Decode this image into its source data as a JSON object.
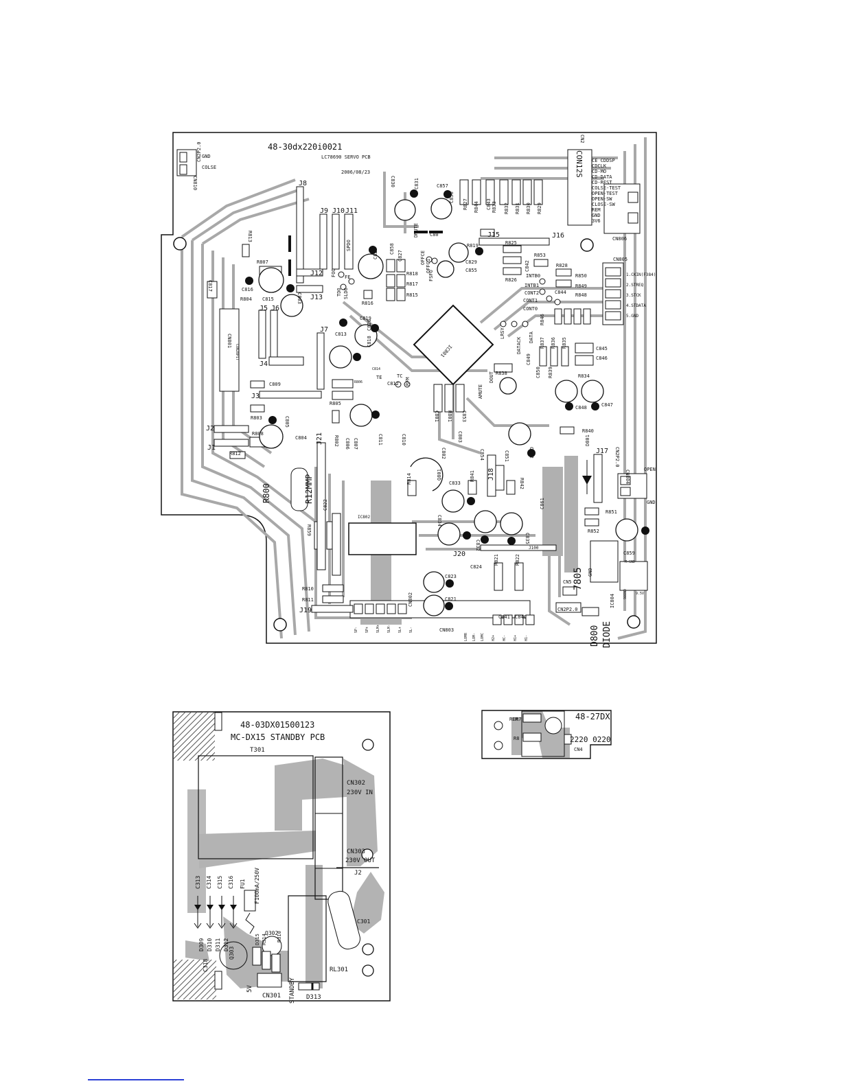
{
  "servo_pcb": {
    "part_number": "48-30dx220i0021",
    "model": "LC78690 SERVO PCB",
    "date": "2006/08/23",
    "connectors": {
      "cn810": "CN810",
      "cn810_gnd": "GND",
      "cn810_colse": "COLSE",
      "cn810_pin": "CN2P2.0",
      "con12s": "CON12S",
      "cn2": "CN2",
      "cn806": "CN806",
      "cn806_pins": [
        "CE CDDSP",
        "CDCLK",
        "CD-MO",
        "CD-DATA",
        "CD-REST",
        "COLSE-TEST",
        "OPEN-TEST",
        "OPEN-SW",
        "CLOSE-SW",
        "REM",
        "GND",
        "3V6"
      ],
      "cn805": "CN805",
      "cn805_pins": [
        "1.CKIN(F384)",
        "2.STREQ",
        "3.STCK",
        "4.STDATA",
        "5.GND"
      ],
      "cn801": "CN801",
      "cn801_label": "CON28PIT",
      "cn802": "CN802",
      "cn803": "CN803",
      "cn2p": "CN2P2.0",
      "cn5": "CN5",
      "cn804": "CN804",
      "cn804_open": "OPEN",
      "cn804_gnd": "GND",
      "cn804_pin": "CN2P2.0",
      "cn806b": "CN806",
      "cn806b_m": "M-GND",
      "cn806b_v": "9.5V"
    },
    "jumpers": [
      "J1",
      "J2",
      "J3",
      "J4",
      "J5",
      "J6",
      "J7",
      "J8",
      "J9",
      "J10",
      "J11",
      "J12",
      "J13",
      "J15",
      "J16",
      "J17",
      "J18",
      "J19",
      "J20",
      "J21",
      "J100"
    ],
    "components": {
      "r813": "R813",
      "r807": "R807",
      "r804": "R804",
      "c817": "C817",
      "c816": "C816",
      "c815": "C815",
      "c803": "C803",
      "r812": "R812",
      "r808": "R808",
      "r803": "R803",
      "c804": "C804",
      "c809": "C809",
      "c805": "C805",
      "r800": "R800",
      "r12mmp": "R12MMP",
      "c822": "C822",
      "r859": "R859",
      "r810": "R810",
      "r811": "R811",
      "c813": "C813",
      "c818": "C818",
      "c819": "C819",
      "c820": "C820",
      "r806": "R806",
      "r805": "R805",
      "c814": "C814",
      "c812": "C812",
      "r802": "R802",
      "c806": "C806",
      "c807": "C807",
      "c811": "C811",
      "c810": "C810",
      "c826": "C826",
      "c858": "C858",
      "c827": "C827",
      "r818": "R818",
      "r817": "R817",
      "r815": "R815",
      "r816": "R816",
      "c830": "C830",
      "c831": "C831",
      "c857": "C857",
      "c856": "C856",
      "dmute": "DMUTE",
      "c80x": "C80",
      "ic801": "IC801",
      "r827": "R827",
      "r844": "R844",
      "c843": "C843",
      "r833": "R833",
      "r832": "R832",
      "r831": "R831",
      "r830": "R830",
      "r829": "R829",
      "r819": "R819",
      "c829": "C829",
      "c855": "C855",
      "r825": "R825",
      "r826": "R826",
      "c842": "C842",
      "r853": "R853",
      "r828": "R828",
      "r850": "R850",
      "r849": "R849",
      "r848": "R848",
      "c844": "C844",
      "r846": "R846",
      "r837": "R837",
      "r836": "R836",
      "r835": "R835",
      "c845": "C845",
      "c846": "C846",
      "r834": "R834",
      "c848": "C848",
      "c847": "C847",
      "r838": "R838",
      "c849": "C849",
      "c850": "C850",
      "r839": "R839",
      "r840": "R840",
      "c801": "C801",
      "r801": "R801",
      "c853": "C853",
      "c802": "C802",
      "c803b": "C803",
      "c854": "C854",
      "c851": "C851",
      "c852": "C852",
      "r814": "R814",
      "q801": "Q801",
      "c833": "C833",
      "r841": "R841",
      "r842": "R842",
      "c834": "C834",
      "c832": "C832",
      "c835": "C835",
      "c823": "C823",
      "c824": "C824",
      "r821": "R821",
      "r822": "R822",
      "c821": "C821",
      "c841": "C841",
      "c840": "C840",
      "ic802": "IC802",
      "d801": "D801",
      "c861": "C861",
      "r851": "R851",
      "r852": "R852",
      "c859": "C859",
      "ic804": "IC804",
      "reg7805": "7805",
      "reg_gnd": "GND",
      "d800": "D800",
      "diode": "DIODE"
    },
    "test_points": [
      "FOO",
      "TDO",
      "SLDO",
      "SPDO",
      "OFFCE",
      "OFFC1",
      "FSFO",
      "TE",
      "FE",
      "TC",
      "RFM",
      "LRSY",
      "DATACK",
      "DATA",
      "DOUT",
      "AMUTE",
      "INTB0",
      "INTB1",
      "CONT2",
      "CONT1",
      "CONT0"
    ],
    "cn803_pins": [
      "SP-",
      "SP+",
      "SLM+",
      "SLM-",
      "SL+",
      "SL-"
    ],
    "cn802_pins": [
      "LOMR",
      "LOM-",
      "LOMC",
      "H2+",
      "HC-",
      "H1+",
      "H1-"
    ]
  },
  "standby_pcb": {
    "part_number": "48-03DX01500123",
    "model": "MC-DX15 STANDBY PCB",
    "t301": "T301",
    "cn302": "CN302",
    "cn302_desc": "230V IN",
    "cn303": "CN303",
    "cn303_desc": "230V OUT",
    "j2": "J2",
    "diodes": [
      "C313",
      "C314",
      "C315",
      "C316"
    ],
    "fu1": "FU1",
    "fuse": "F100mA/250V",
    "q302": "Q302",
    "q303": "Q303",
    "c301": "C301",
    "misc": [
      "D309",
      "D310",
      "D311",
      "D312",
      "D315",
      "R314",
      "R310",
      "C318"
    ],
    "rl301": "RL301",
    "five_v": "5V",
    "cn301": "CN301",
    "standby": "STANDBY",
    "d313": "D313"
  },
  "remote_pcb": {
    "part_number": "48-27DX",
    "code": "2220 0220",
    "rem": "REM",
    "r7": "R7",
    "r8": "R8",
    "cn4": "CN4"
  }
}
